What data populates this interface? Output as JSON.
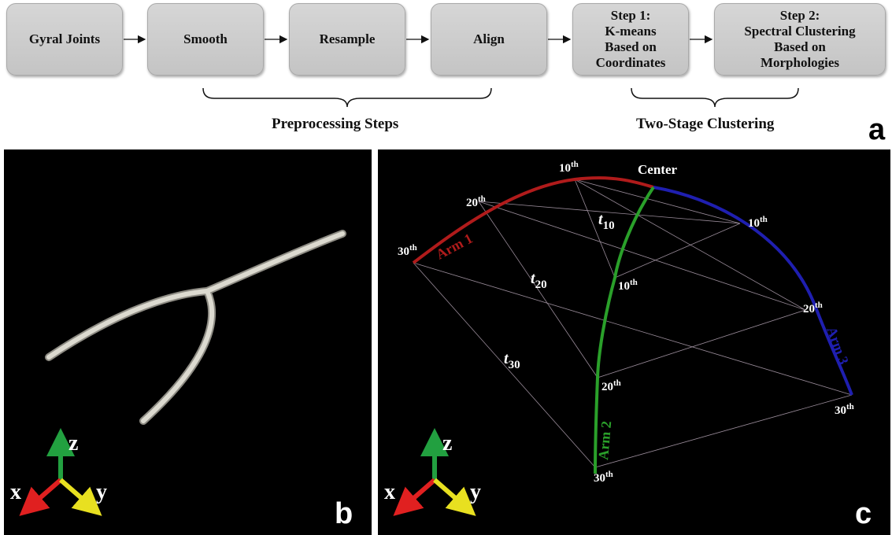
{
  "panel_a": {
    "steps": [
      "Gyral Joints",
      "Smooth",
      "Resample",
      "Align",
      "Step 1:\nK-means\nBased on\nCoordinates",
      "Step 2:\nSpectral Clustering\nBased on\nMorphologies"
    ],
    "groups": [
      "Preprocessing Steps",
      "Two-Stage Clustering"
    ],
    "letter": "a"
  },
  "panel_b": {
    "letter": "b",
    "axes": {
      "x": "x",
      "y": "y",
      "z": "z"
    }
  },
  "panel_c": {
    "letter": "c",
    "axes": {
      "x": "x",
      "y": "y",
      "z": "z"
    },
    "center_label": "Center",
    "arms": [
      {
        "name": "Arm 1",
        "color": "#b01b1b"
      },
      {
        "name": "Arm 2",
        "color": "#2aa02a"
      },
      {
        "name": "Arm 3",
        "color": "#1f1fb0"
      }
    ],
    "point_labels": [
      "10th",
      "20th",
      "30th"
    ],
    "distance_labels": [
      "t10",
      "t20",
      "t30"
    ]
  },
  "colors": {
    "box_fill": "#cccccc",
    "axis_x": "#e02020",
    "axis_y": "#e8e020",
    "axis_z": "#22a040",
    "tube": "#d8d6cc"
  }
}
